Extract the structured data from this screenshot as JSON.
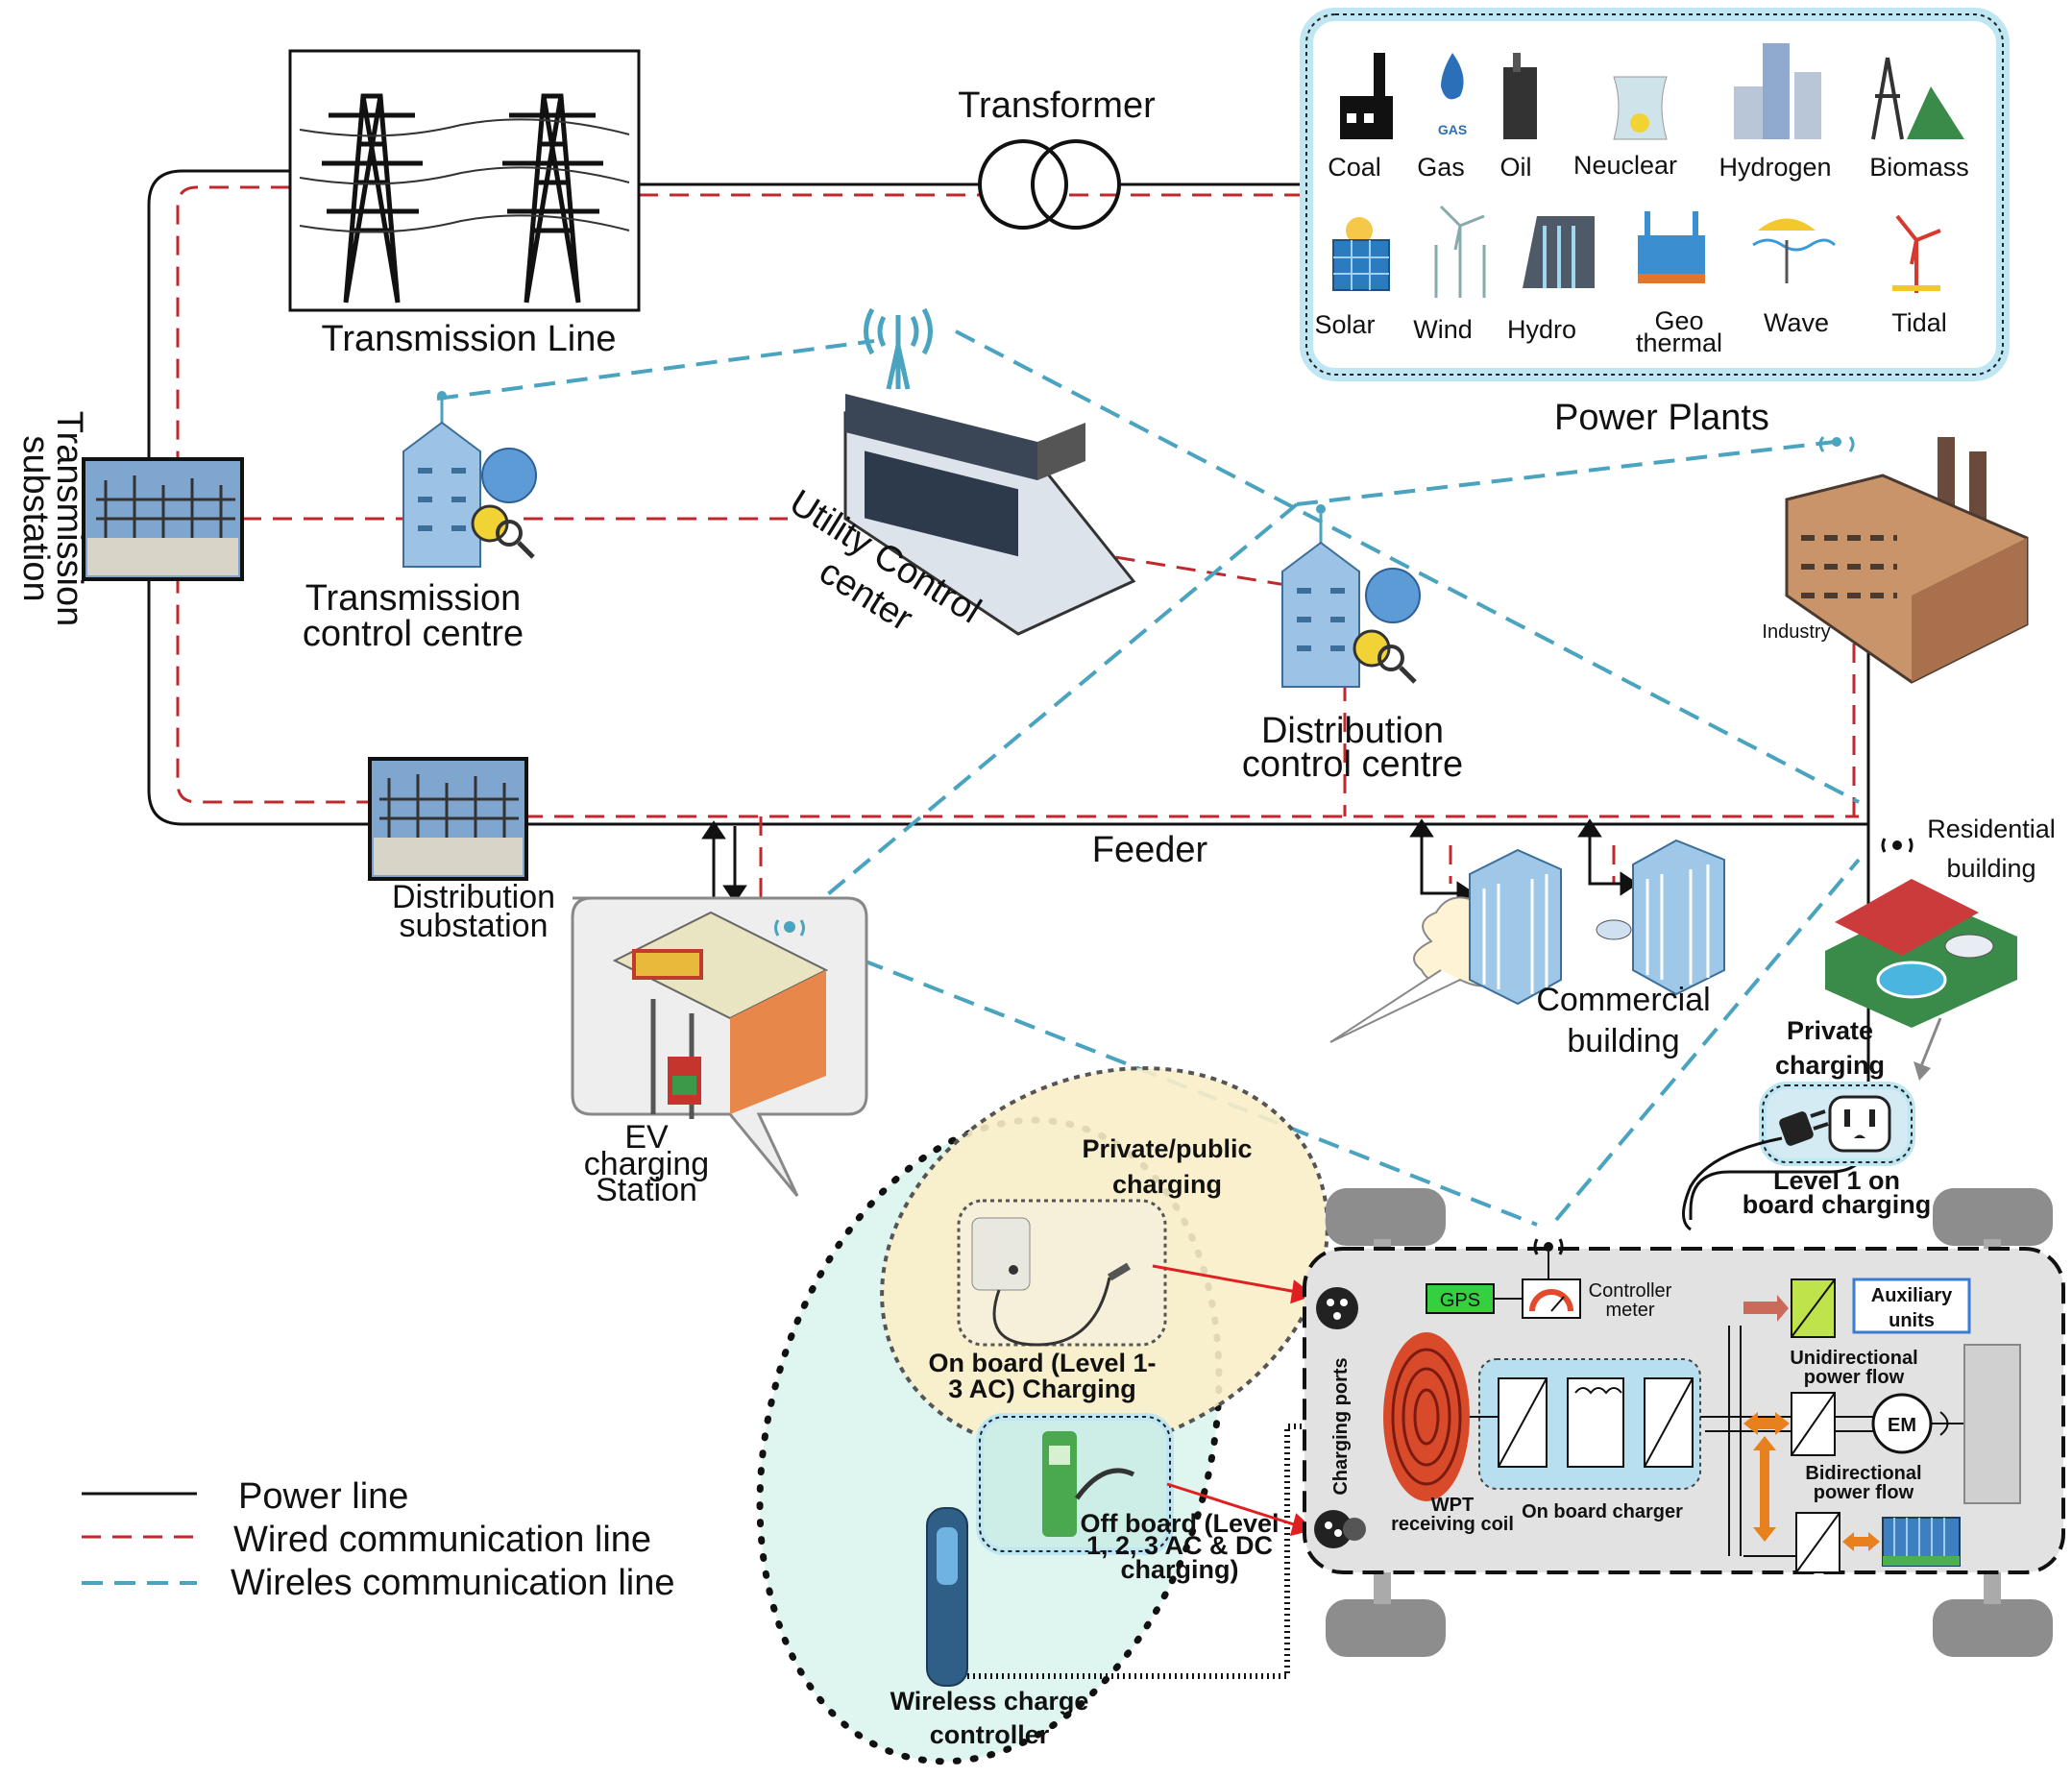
{
  "labels": {
    "transmission_line": "Transmission Line",
    "transformer": "Transformer",
    "transmission_substation_1": "Transmission",
    "transmission_substation_2": "substation",
    "transmission_control_1": "Transmission",
    "transmission_control_2": "control centre",
    "utility_control_1": "Utility Control",
    "utility_control_2": "center",
    "distribution_control_1": "Distribution",
    "distribution_control_2": "control centre",
    "power_plants": "Power Plants",
    "industry": "Industry",
    "residential_1": "Residential",
    "residential_2": "building",
    "feeder": "Feeder",
    "distribution_substation_1": "Distribution",
    "distribution_substation_2": "substation",
    "ev_station_1": "EV",
    "ev_station_2": "charging",
    "ev_station_3": "Station",
    "commercial_1": "Commercial",
    "commercial_2": "building",
    "private_charging_1": "Private",
    "private_charging_2": "charging",
    "level1_1": "Level 1 on",
    "level1_2": "board charging",
    "private_public_1": "Private/public",
    "private_public_2": "charging",
    "onboard_l13_1": "On board (Level 1-",
    "onboard_l13_2": "3 AC) Charging",
    "offboard_1": "Off board (Level",
    "offboard_2": "1, 2, 3 AC & DC",
    "offboard_3": "charging)",
    "wireless_ctrl_1": "Wireless charge",
    "wireless_ctrl_2": "controller",
    "gps": "GPS",
    "controller_meter_1": "Controller",
    "controller_meter_2": "meter",
    "charging_ports": "Charging ports",
    "wpt_1": "WPT",
    "wpt_2": "receiving coil",
    "onboard_charger": "On board charger",
    "auxiliary_1": "Auxiliary",
    "auxiliary_2": "units",
    "unidirectional_1": "Unidirectional",
    "unidirectional_2": "power flow",
    "bidirectional_1": "Bidirectional",
    "bidirectional_2": "power flow",
    "em": "EM"
  },
  "plants": [
    "Coal",
    "Gas",
    "Oil",
    "Neuclear",
    "Hydrogen",
    "Biomass",
    "Solar",
    "Wind",
    "Hydro",
    "Geo",
    "thermal",
    "Wave",
    "Tidal"
  ],
  "legend": [
    "Power line",
    "Wired communication line",
    "Wireles communication line"
  ],
  "colors": {
    "power_line": "#111111",
    "wired_line": "#c0282d",
    "wireless_line": "#4aa3bf",
    "building_blue": "#9cc3e6",
    "panel_border": "#5ab4d3"
  }
}
